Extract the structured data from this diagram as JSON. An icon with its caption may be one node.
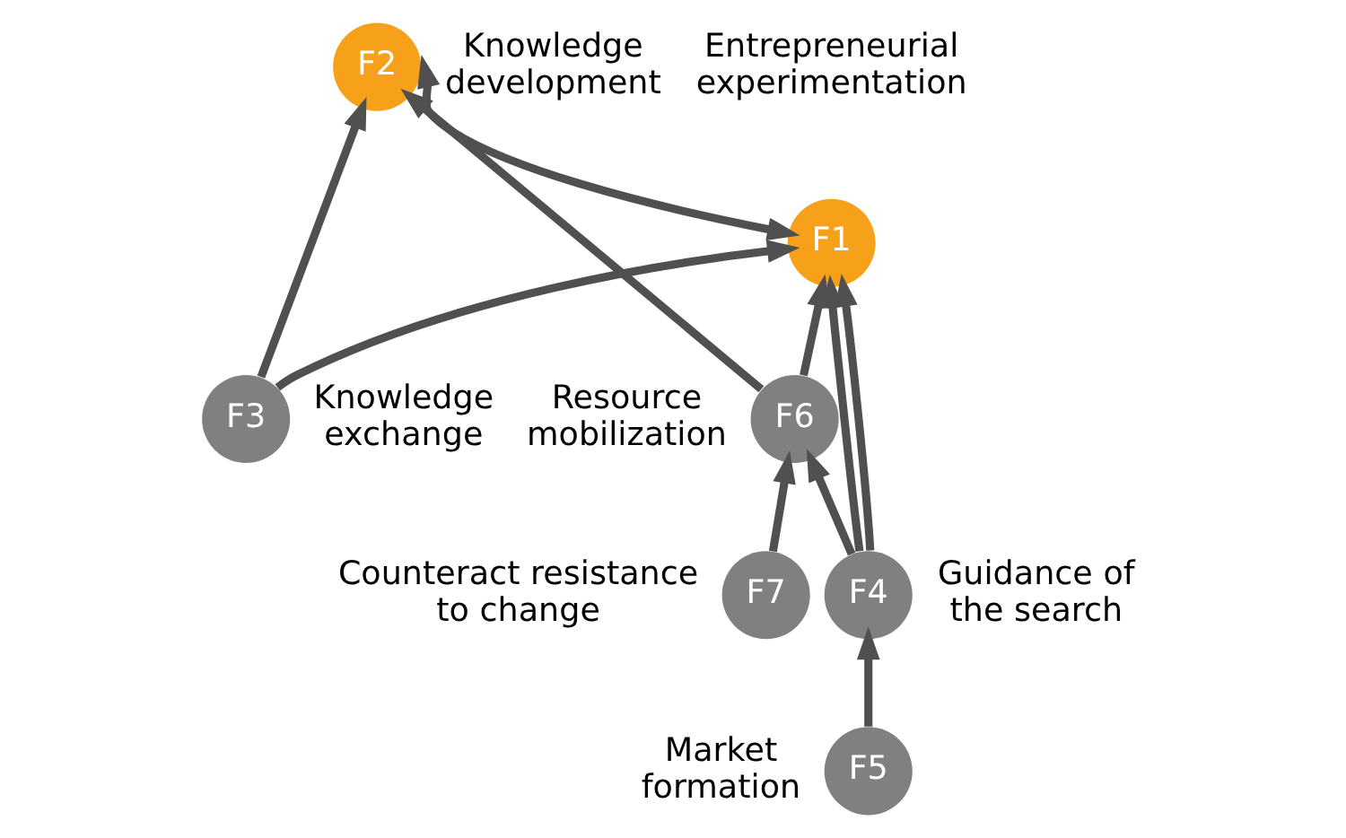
{
  "diagram": {
    "nodes": [
      {
        "text": [
          "F1"
        ],
        "beside": [
          "Entrepreneurial experimentation"
        ]
      },
      {
        "text": [
          "F2"
        ],
        "beside": [
          "Knowledge development"
        ]
      },
      {
        "text": [
          "F3"
        ],
        "beside": [
          "Knowledge exchange"
        ]
      },
      {
        "text": [
          "F4"
        ],
        "beside": [
          "Guidance of the search"
        ]
      },
      {
        "text": [
          "F5"
        ],
        "beside": [
          "Market formation"
        ]
      },
      {
        "text": [
          "F6"
        ],
        "beside": [
          "Resource mobilization"
        ]
      },
      {
        "text": [
          "F7"
        ],
        "beside": [
          "Counteract resistance to change"
        ]
      }
    ],
    "edges": [
      {
        "from": 0,
        "to": 1,
        "arrow": "both"
      },
      {
        "from": 5,
        "to": 0,
        "arrow": "to"
      },
      {
        "from": 5,
        "to": 1,
        "arrow": "to"
      },
      {
        "from": 6,
        "to": 5,
        "arrow": "to"
      },
      {
        "from": 2,
        "to": 0,
        "arrow": "to"
      },
      {
        "from": 2,
        "to": 1,
        "arrow": "to"
      },
      {
        "from": 3,
        "to": 0,
        "arrow": "to"
      },
      {
        "from": 3,
        "to": 0,
        "arrow": "to"
      },
      {
        "from": 3,
        "to": 5,
        "arrow": "to"
      },
      {
        "from": 4,
        "to": 3,
        "arrow": "to"
      }
    ]
  }
}
